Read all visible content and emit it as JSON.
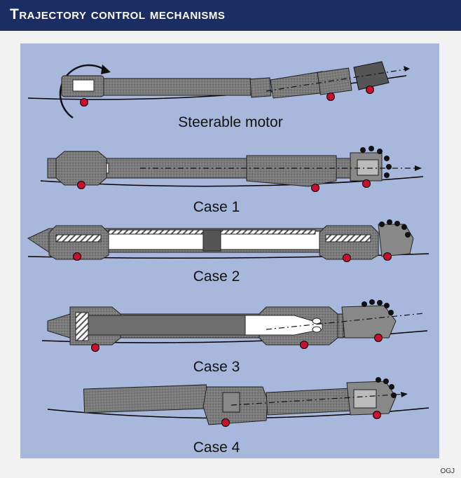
{
  "header": {
    "title": "Trajectory control mechanisms"
  },
  "captions": {
    "steerable": "Steerable motor",
    "case1": "Case 1",
    "case2": "Case 2",
    "case3": "Case 3",
    "case4": "Case 4"
  },
  "credit": "OGJ",
  "colors": {
    "title_bar": "#1c2d63",
    "panel": "#a8b8dc",
    "tool": "#7a7a7a",
    "contact_point": "#c8102e",
    "cutter": "#111111"
  }
}
